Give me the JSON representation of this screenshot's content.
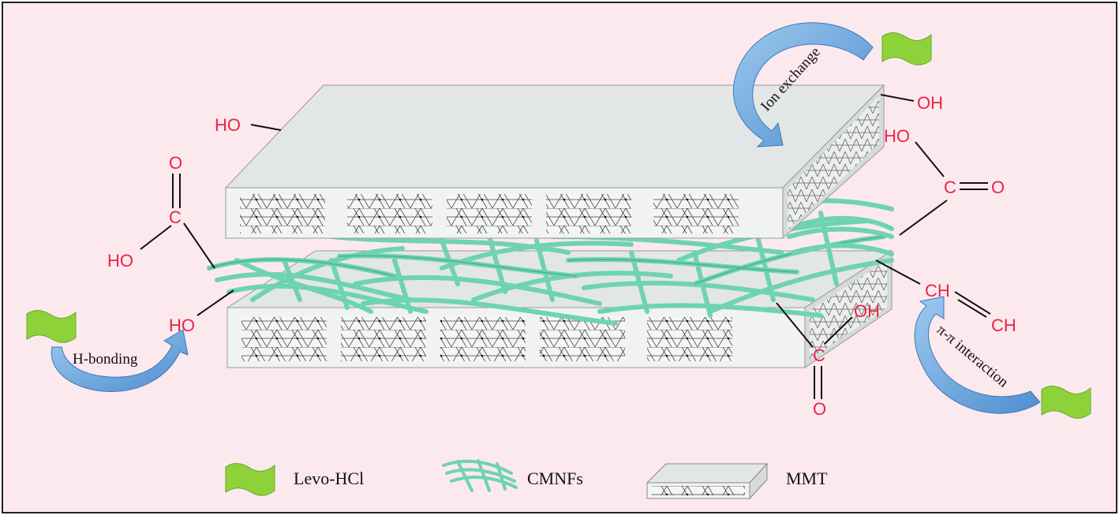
{
  "diagram": {
    "groups": {
      "hydroxyl_left": "HO",
      "hydroxyl_right": "OH",
      "carboxyl_left": {
        "O": "O",
        "C": "C",
        "HO": "HO"
      },
      "hydroxyl_mid": "HO",
      "carboxyl_right_top": {
        "HO": "HO",
        "C": "C",
        "O": "O"
      },
      "vinyl": {
        "CH1": "CH",
        "CH2": "CH"
      },
      "carboxyl_right_bottom": {
        "OH": "OH",
        "C": "C",
        "O": "O"
      }
    },
    "interactions": {
      "ion_exchange": "Ion exchange",
      "h_bonding": "H-bonding",
      "pi_pi": "π-π interaction"
    },
    "legend": {
      "drug": "Levo-HCl",
      "fibers": "CMNFs",
      "clay": "MMT"
    }
  },
  "colors": {
    "background": "#fbe9ee",
    "chem": "#ee2244",
    "slab_top": "#e3e6e6",
    "slab_side": "#d7dada",
    "fiber": "#6ed3b2",
    "drug": "#8ed23a",
    "arrow": "#6aa6da"
  }
}
